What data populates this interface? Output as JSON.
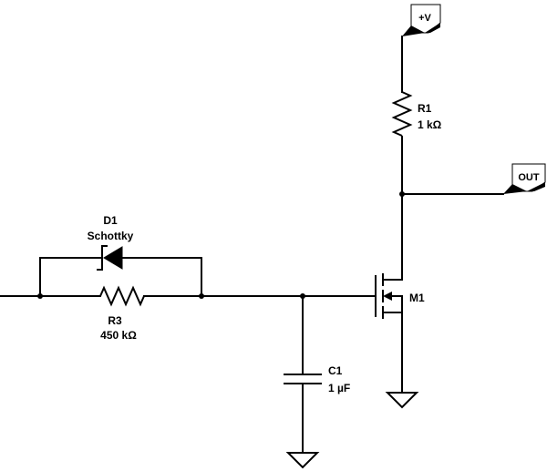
{
  "components": {
    "R1": {
      "name": "R1",
      "value": "1 kΩ"
    },
    "R3": {
      "name": "R3",
      "value": "450 kΩ"
    },
    "D1": {
      "name": "D1",
      "type": "Schottky"
    },
    "C1": {
      "name": "C1",
      "value": "1 µF"
    },
    "M1": {
      "name": "M1"
    }
  },
  "ports": {
    "supply": "+V",
    "output": "OUT"
  }
}
